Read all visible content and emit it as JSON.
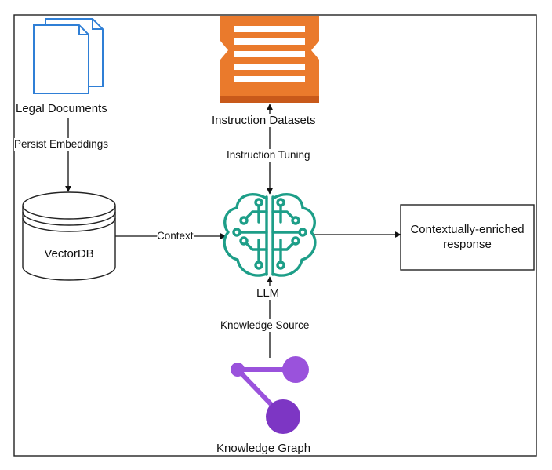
{
  "nodes": {
    "legal_documents": "Legal Documents",
    "vector_db": "VectorDB",
    "instruction_datasets": "Instruction Datasets",
    "llm": "LLM",
    "response": "Contextually-enriched response",
    "knowledge_graph": "Knowledge Graph"
  },
  "edges": {
    "persist_embeddings": "Persist Embeddings",
    "context": "Context",
    "instruction_tuning": "Instruction Tuning",
    "knowledge_source": "Knowledge Source"
  },
  "colors": {
    "document_blue": "#2f7fd6",
    "dataset_orange": "#ea7a2c",
    "dataset_orange_dark": "#c8591a",
    "brain_teal": "#1d9e88",
    "graph_purple": "#9a52dc",
    "graph_purple_dark": "#7d36c4"
  },
  "icons": {
    "documents": "documents-icon",
    "dataset": "dataset-icon",
    "database": "database-icon",
    "brain": "brain-icon",
    "graph": "graph-icon"
  }
}
